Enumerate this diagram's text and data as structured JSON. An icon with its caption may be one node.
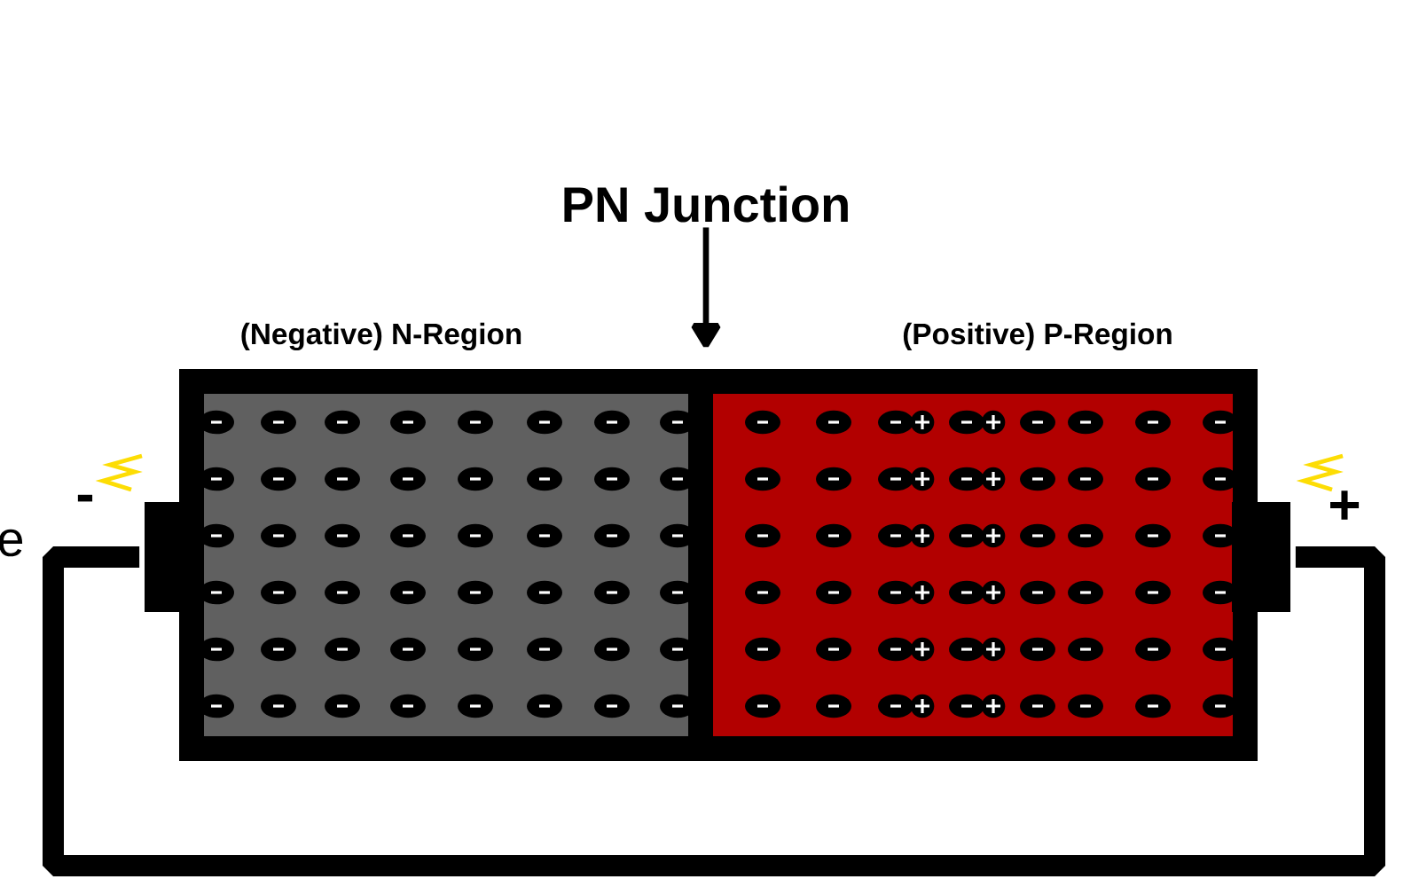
{
  "diagram": {
    "nodes": [
      {
        "text": [
          "PN Junction"
        ]
      },
      {
        "text": [
          "(Negative) N-Region"
        ]
      },
      {
        "text": [
          "(Positive) P-Region"
        ]
      },
      {
        "text": [],
        "shape": "box"
      },
      {
        "text": [],
        "shape": "box"
      }
    ],
    "edges": [
      {
        "from": 0,
        "to": null,
        "arrow": "to"
      },
      {
        "from": 3,
        "to": 4,
        "arrow": "none",
        "style": "thick"
      }
    ],
    "labels": [
      "e",
      "-",
      "+"
    ]
  }
}
